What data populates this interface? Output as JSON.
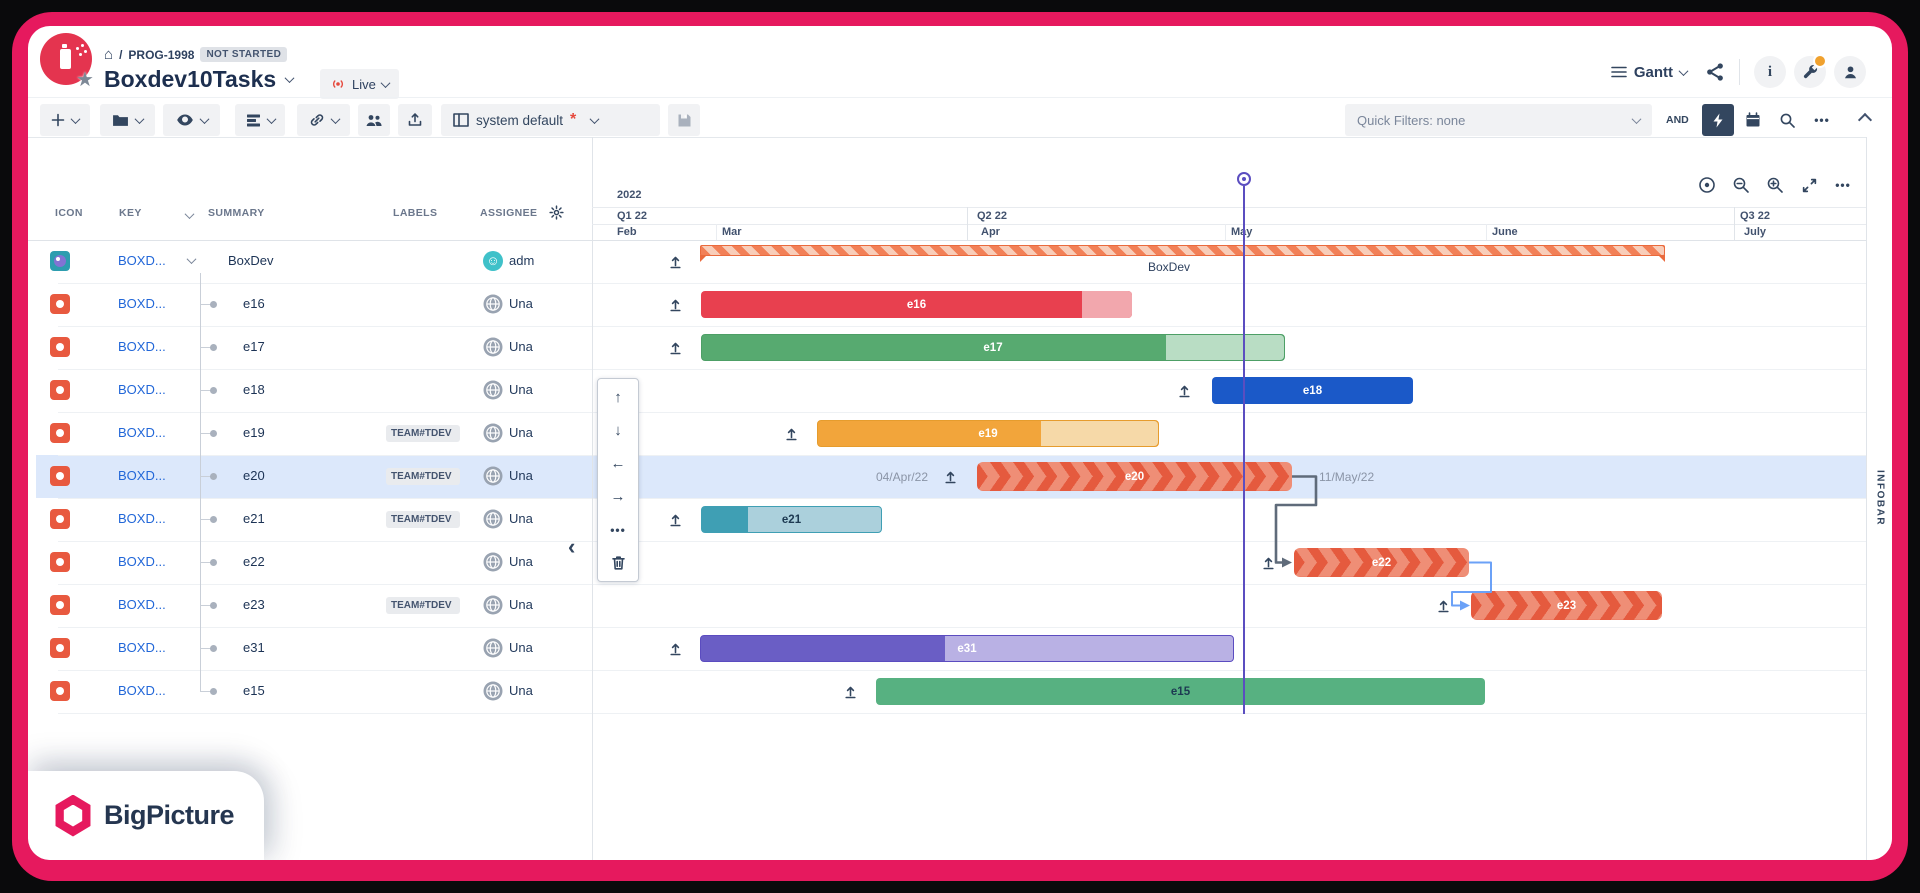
{
  "header": {
    "home_icon": "home",
    "breadcrumb_project": "PROG-1998",
    "status_badge": "NOT STARTED",
    "title": "Boxdev10Tasks",
    "live_label": "Live",
    "view_label": "Gantt"
  },
  "toolbar": {
    "view_dropdown_label": "system default",
    "modified_marker": "*",
    "quick_filters_label": "Quick Filters: none",
    "and_label": "AND"
  },
  "table": {
    "headers": {
      "icon": "ICON",
      "key": "KEY",
      "summary": "SUMMARY",
      "labels": "LABELS",
      "assignee": "ASSIGNEE"
    },
    "rows": [
      {
        "key": "BOXD...",
        "summary": "BoxDev",
        "labels": "",
        "assignee": "adm"
      },
      {
        "key": "BOXD...",
        "summary": "e16",
        "labels": "",
        "assignee": "Una"
      },
      {
        "key": "BOXD...",
        "summary": "e17",
        "labels": "",
        "assignee": "Una"
      },
      {
        "key": "BOXD...",
        "summary": "e18",
        "labels": "",
        "assignee": "Una"
      },
      {
        "key": "BOXD...",
        "summary": "e19",
        "labels": "TEAM#TDEV",
        "assignee": "Una"
      },
      {
        "key": "BOXD...",
        "summary": "e20",
        "labels": "TEAM#TDEV",
        "assignee": "Una"
      },
      {
        "key": "BOXD...",
        "summary": "e21",
        "labels": "TEAM#TDEV",
        "assignee": "Una"
      },
      {
        "key": "BOXD...",
        "summary": "e22",
        "labels": "",
        "assignee": "Una"
      },
      {
        "key": "BOXD...",
        "summary": "e23",
        "labels": "TEAM#TDEV",
        "assignee": "Una"
      },
      {
        "key": "BOXD...",
        "summary": "e31",
        "labels": "",
        "assignee": "Una"
      },
      {
        "key": "BOXD...",
        "summary": "e15",
        "labels": "",
        "assignee": "Una"
      }
    ]
  },
  "timeline": {
    "year": "2022",
    "quarters": [
      "Q1 22",
      "Q2 22",
      "Q3 22"
    ],
    "months": [
      "Feb",
      "Mar",
      "Apr",
      "May",
      "June",
      "July"
    ]
  },
  "gantt": {
    "bars": [
      {
        "label": "BoxDev"
      },
      {
        "label": "e16"
      },
      {
        "label": "e17"
      },
      {
        "label": "e18"
      },
      {
        "label": "e19"
      },
      {
        "label": "e20"
      },
      {
        "label": "e21"
      },
      {
        "label": "e22"
      },
      {
        "label": "e23"
      },
      {
        "label": "e31"
      },
      {
        "label": "e15"
      }
    ],
    "start_date": "04/Apr/22",
    "end_date": "11/May/22"
  },
  "side": {
    "infobar": "INFOBAR"
  },
  "brand": {
    "logo_text": "BigPicture"
  },
  "colors": {
    "accent_pink": "#e6195e",
    "today_line": "#5b4ec0",
    "selected_row": "#dce8fb"
  }
}
